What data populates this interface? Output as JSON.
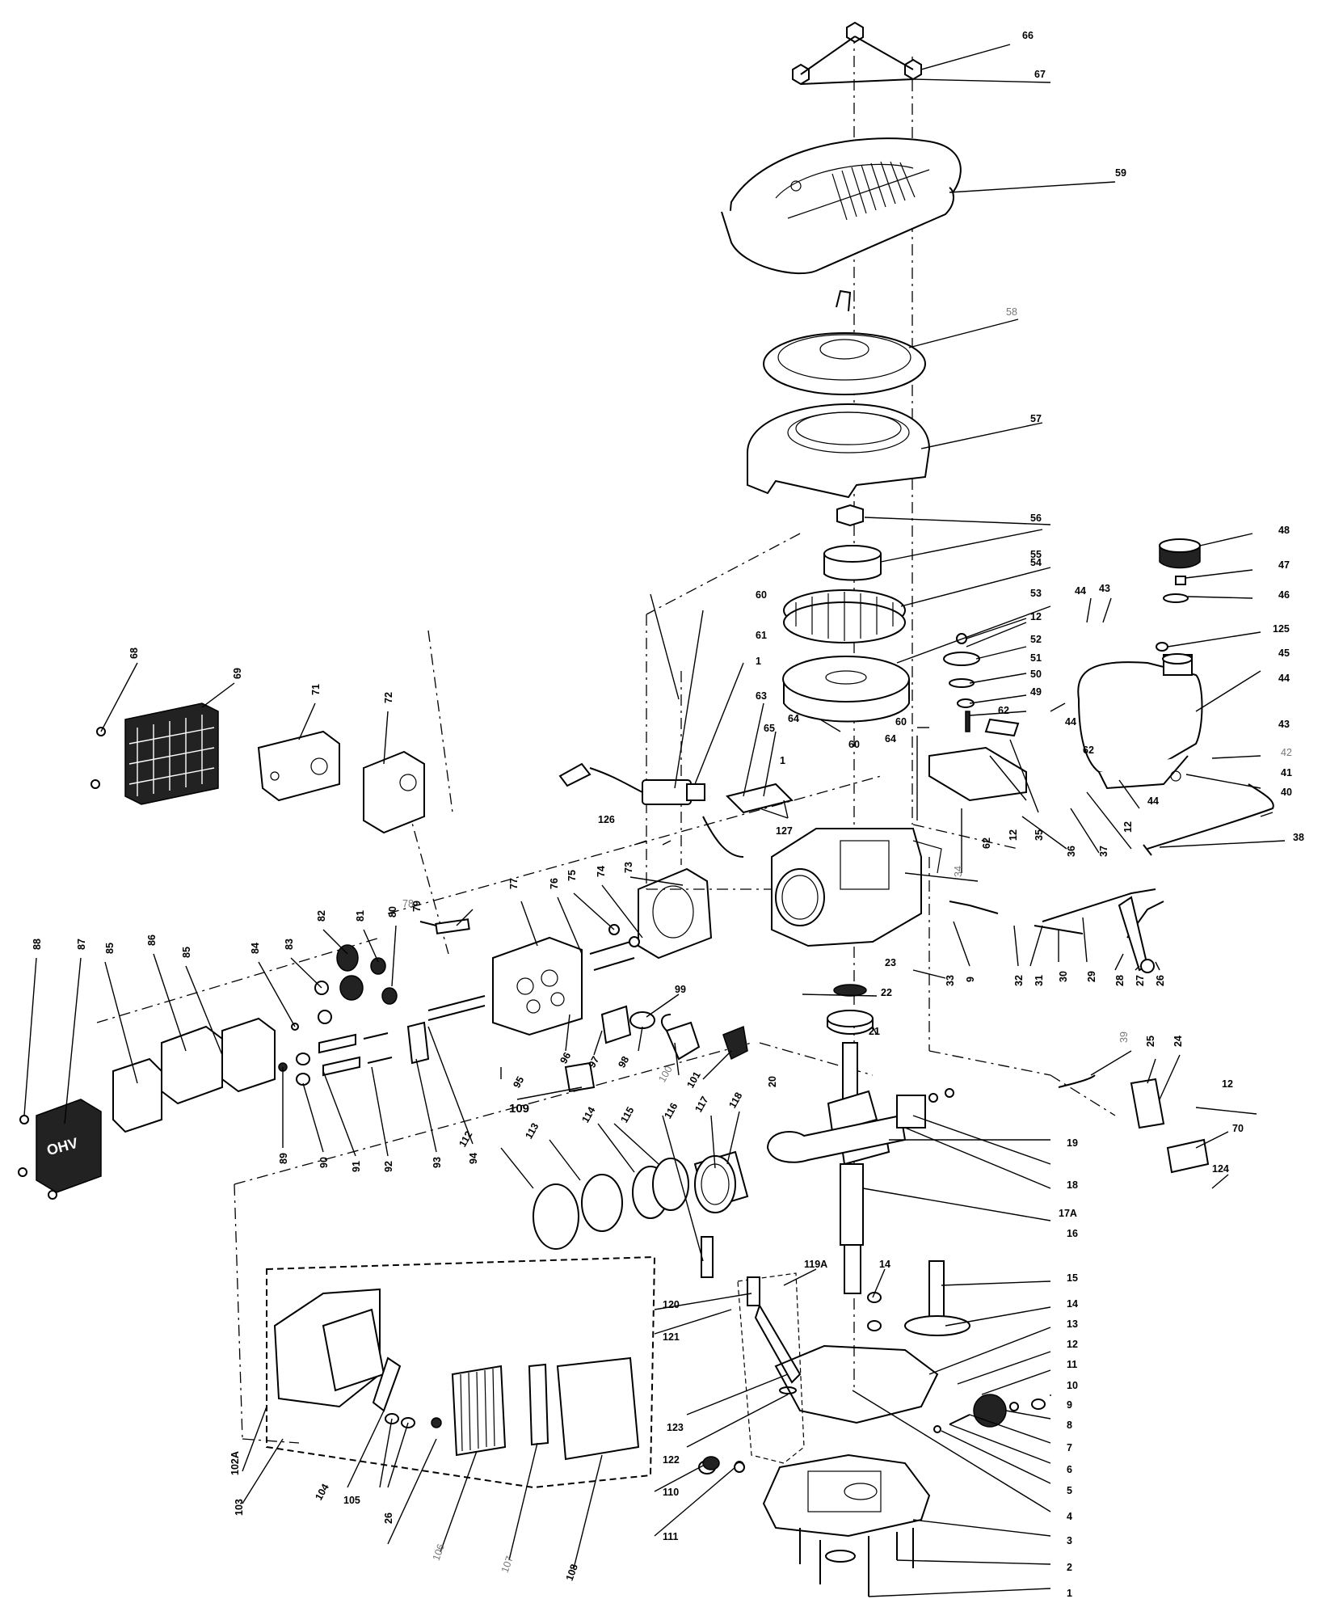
{
  "callouts": {
    "p1": "1",
    "p2": "2",
    "p3": "3",
    "p4": "4",
    "p5": "5",
    "p6": "6",
    "p7": "7",
    "p8": "8",
    "p9": "9",
    "p10": "10",
    "p11": "11",
    "p12": "12",
    "p13": "13",
    "p14": "14",
    "p15": "15",
    "p16": "16",
    "p17A": "17A",
    "p18": "18",
    "p19": "19",
    "p20": "20",
    "p21": "21",
    "p22": "22",
    "p23": "23",
    "p24": "24",
    "p25": "25",
    "p26": "26",
    "p27": "27",
    "p28": "28",
    "p29": "29",
    "p30": "30",
    "p31": "31",
    "p32": "32",
    "p33": "33",
    "p34": "34",
    "p35": "35",
    "p36": "36",
    "p37": "37",
    "p38": "38",
    "p39": "39",
    "p40": "40",
    "p41": "41",
    "p42": "42",
    "p43": "43",
    "p44": "44",
    "p45": "45",
    "p46": "46",
    "p47": "47",
    "p48": "48",
    "p49": "49",
    "p50": "50",
    "p51": "51",
    "p52": "52",
    "p53": "53",
    "p54": "54",
    "p55": "55",
    "p56": "56",
    "p57": "57",
    "p58": "58",
    "p59": "59",
    "p60": "60",
    "p61": "61",
    "p62": "62",
    "p63": "63",
    "p64": "64",
    "p65": "65",
    "p66": "66",
    "p67": "67",
    "p68": "68",
    "p69": "69",
    "p70": "70",
    "p71": "71",
    "p72": "72",
    "p73": "73",
    "p74": "74",
    "p75": "75",
    "p76": "76",
    "p77": "77",
    "p78": "78",
    "p79": "79",
    "p80": "80",
    "p81": "81",
    "p82": "82",
    "p83": "83",
    "p84": "84",
    "p85": "85",
    "p86": "86",
    "p87": "87",
    "p88": "88",
    "p89": "89",
    "p90": "90",
    "p91": "91",
    "p92": "92",
    "p93": "93",
    "p94": "94",
    "p95": "95",
    "p96": "96",
    "p97": "97",
    "p98": "98",
    "p99": "99",
    "p100": "100",
    "p101": "101",
    "p102A": "102A",
    "p103": "103",
    "p104": "104",
    "p105": "105",
    "p106": "106",
    "p107": "107",
    "p108": "108",
    "p109": "109",
    "p110": "110",
    "p111": "111",
    "p112": "112",
    "p113": "113",
    "p114": "114",
    "p115": "115",
    "p116": "116",
    "p117": "117",
    "p118": "118",
    "p119A": "119A",
    "p120": "120",
    "p121": "121",
    "p122": "122",
    "p123": "123",
    "p124": "124",
    "p125": "125",
    "p126": "126",
    "p127": "127"
  },
  "embossed": {
    "valve_cover_mark": "OHV"
  }
}
